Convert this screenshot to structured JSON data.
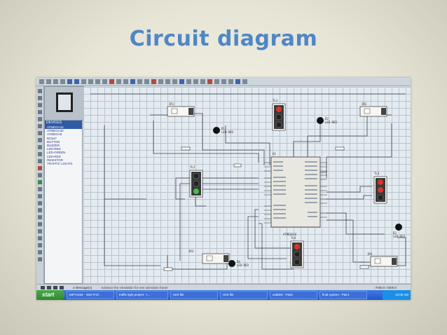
{
  "slide": {
    "title": "Circuit diagram"
  },
  "window": {
    "device_list_header": "DEVICES",
    "device_list": [
      "ATMEGA16",
      "ATMEGA32",
      "ATMEGA8",
      "BC547",
      "BUTTON",
      "BUZZER",
      "LED-RED",
      "LED-GREEN",
      "LED-RED",
      "RESISTOR",
      "TRAFFIC LIGHTS"
    ],
    "status_messages": "4 Message(s)",
    "status_hint": "Advance the simulation for one animation frame",
    "coordinates": "-7000.0   -4300.0"
  },
  "schematic": {
    "mcu_label": "U1",
    "mcu_name": "ATMEGA16",
    "traffic_lights": [
      "TL1",
      "TL2",
      "TL3",
      "TL4"
    ],
    "leds": [
      {
        "ref": "D1",
        "value": "LED-RED"
      },
      {
        "ref": "D2",
        "value": "LED-RED"
      },
      {
        "ref": "D3",
        "value": "LED-RED"
      },
      {
        "ref": "D4",
        "value": "LED-RED"
      }
    ],
    "sensors": [
      "IR1",
      "IR2",
      "IR3",
      "IR4"
    ]
  },
  "taskbar": {
    "start_label": "start",
    "tasks": [
      "MRT1025 - ISIS Prof...",
      "traffic light project - I...",
      "ISIS file",
      "ISIS file",
      "untitled - Paint",
      "final system - Paint"
    ],
    "clock": "12:00 AM"
  },
  "colors": {
    "title": "#4f86c6",
    "light_red": "#d9342b",
    "light_green": "#3fbf4a",
    "taskbar": "#2457c9"
  }
}
